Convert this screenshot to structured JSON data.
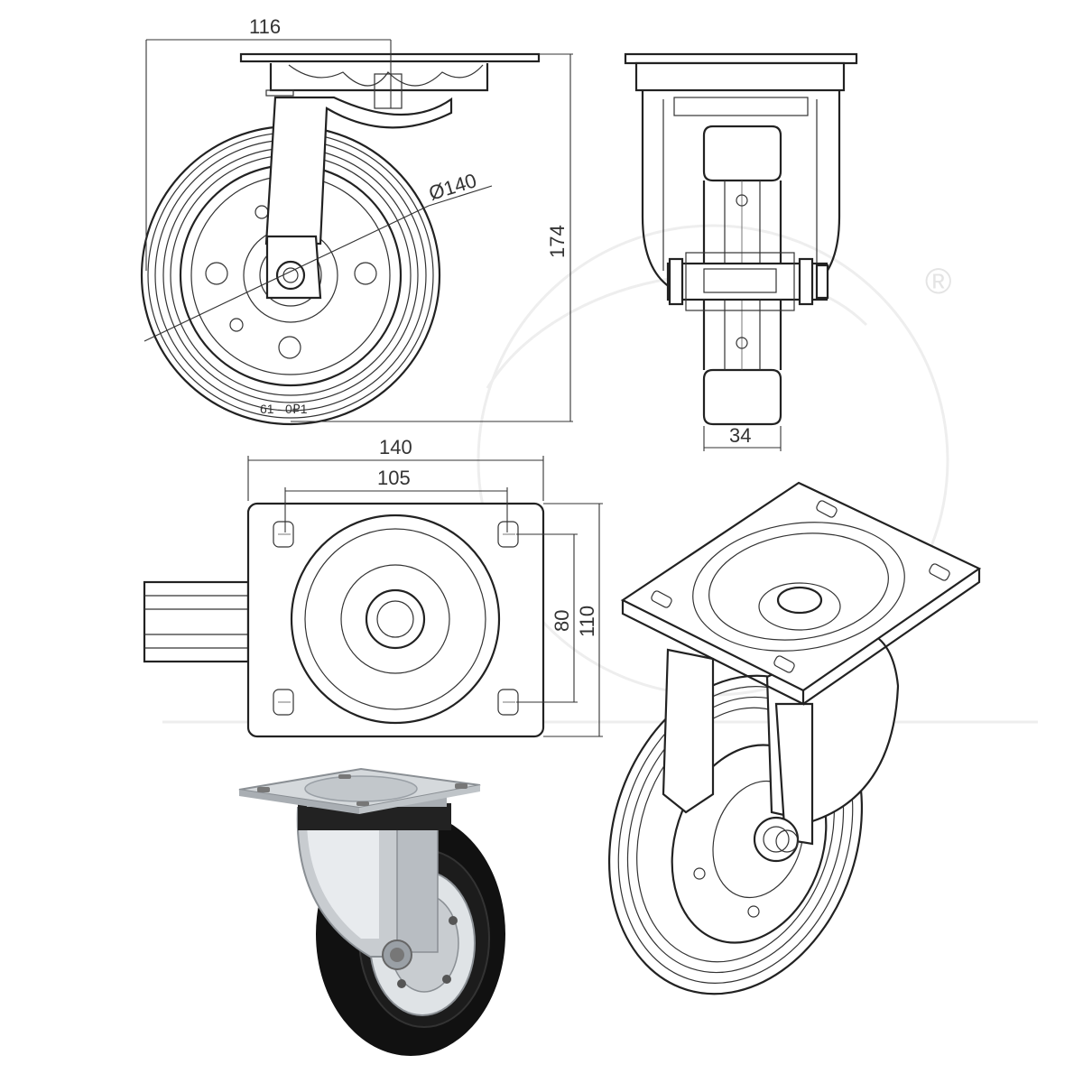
{
  "dimensions": {
    "mount_width": "116",
    "wheel_diameter": "Ø140",
    "total_height": "174",
    "wheel_width": "34",
    "plate_length": "140",
    "hole_spacing_length": "105",
    "hole_spacing_width": "80",
    "plate_width": "110"
  },
  "wheel_marking": "61 - 0₽1",
  "registered_mark": "®",
  "colors": {
    "line": "#222222",
    "tire": "#111111",
    "steel": "#c8ccd0",
    "rim": "#dfe3e6",
    "watermark": "#eeeeee"
  }
}
